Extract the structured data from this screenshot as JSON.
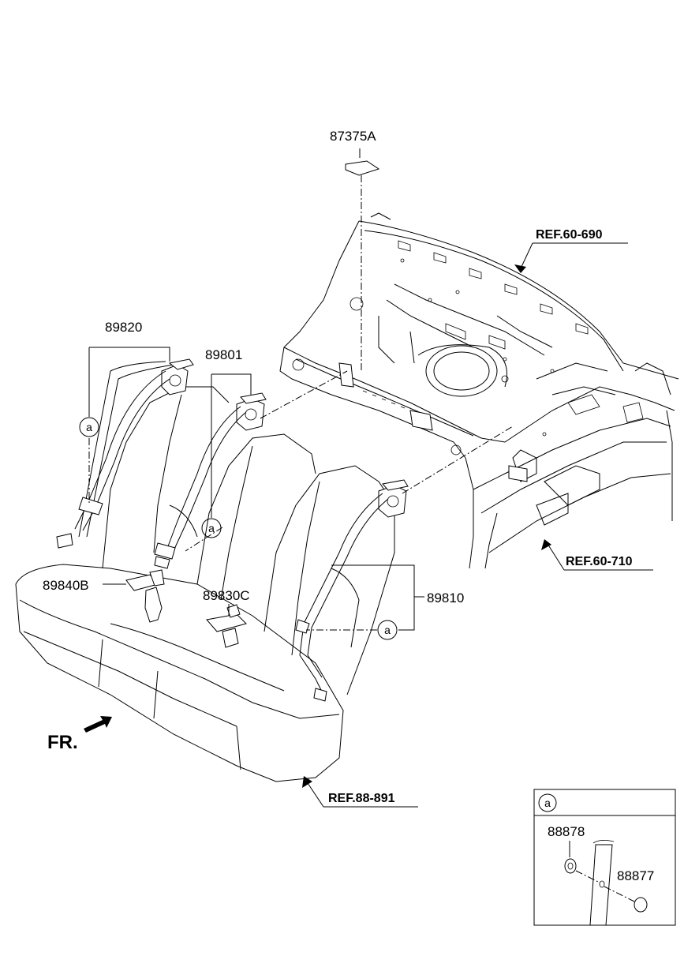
{
  "labels": {
    "p87375a": "87375A",
    "p89820": "89820",
    "p89801": "89801",
    "p89840b": "89840B",
    "p89830c": "89830C",
    "p89810": "89810",
    "p88878": "88878",
    "p88877": "88877"
  },
  "refs": {
    "ref_60_690": "REF.60-690",
    "ref_60_710": "REF.60-710",
    "ref_88_891": "REF.88-891"
  },
  "front_label": "FR.",
  "circle_marker": "a",
  "detail_box_marker": "a"
}
